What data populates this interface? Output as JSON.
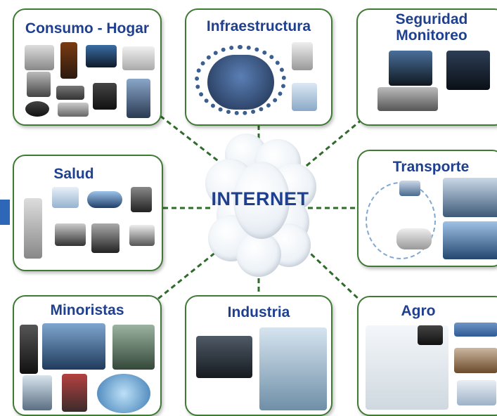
{
  "center": {
    "label": "INTERNET"
  },
  "nodes": [
    {
      "key": "consumo",
      "title": "Consumo - Hogar"
    },
    {
      "key": "infra",
      "title": "Infraestructura"
    },
    {
      "key": "seguridad",
      "title": "Seguridad\nMonitoreo"
    },
    {
      "key": "salud",
      "title": "Salud"
    },
    {
      "key": "transporte",
      "title": "Transporte"
    },
    {
      "key": "minoristas",
      "title": "Minoristas"
    },
    {
      "key": "industria",
      "title": "Industria"
    },
    {
      "key": "agro",
      "title": "Agro"
    }
  ],
  "colors": {
    "card_border": "#3f7a34",
    "connector": "#2f6b2a",
    "title_text": "#1f3f8f",
    "side_tab": "#2e67b8"
  }
}
